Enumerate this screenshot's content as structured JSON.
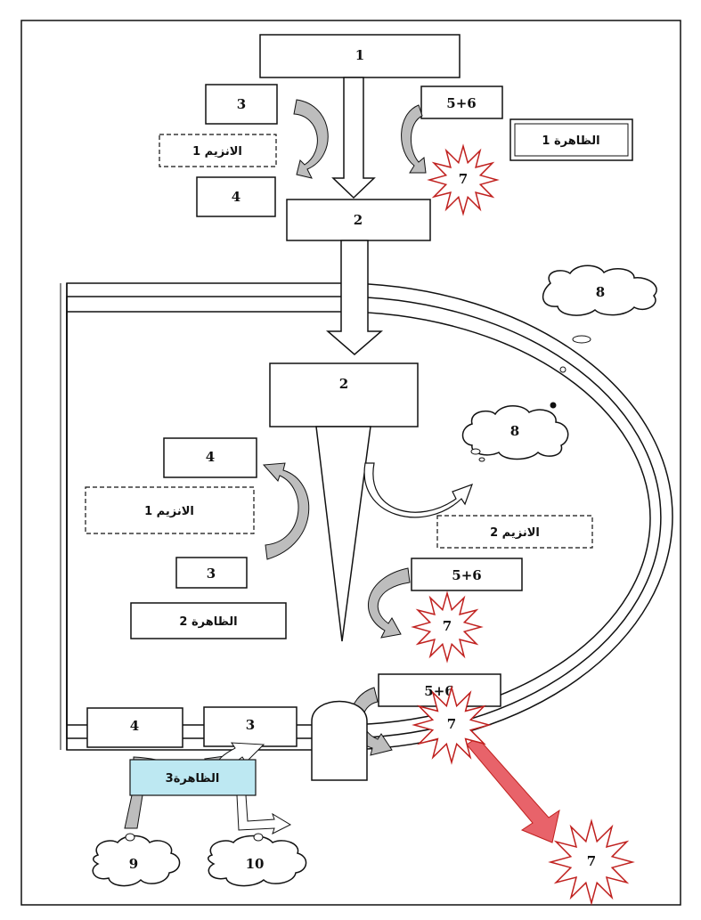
{
  "labels": {
    "box_1": "1",
    "box_2_top": "2",
    "box_2_inner": "2",
    "box_3_top": "3",
    "box_3_mid": "3",
    "box_3_bottom": "3",
    "box_4_top": "4",
    "box_4_mid": "4",
    "box_4_bottom": "4",
    "box_56_top": "5+6",
    "box_56_mid": "5+6",
    "box_56_bottom": "5+6",
    "star_7_top": "7",
    "star_7_mid": "7",
    "star_7_bottom": "7",
    "star_7_outside": "7",
    "cloud_8_top": "8",
    "cloud_8_inner": "8",
    "cloud_9": "9",
    "cloud_10": "10",
    "enzyme_1_top": "الانزيم 1",
    "enzyme_1_mid": "الانزيم 1",
    "enzyme_2": "الانزيم 2",
    "phenomenon_1": "الظاهرة 1",
    "phenomenon_2": "الظاهرة 2",
    "phenomenon_3": "الظاهرة3"
  },
  "colors": {
    "stroke": "#111111",
    "curved_arrow_fill": "#bdbdbd",
    "star_stroke": "#c0201e",
    "red_arrow": "#e8636a",
    "phenomenon_3_fill": "#bde8f2"
  }
}
